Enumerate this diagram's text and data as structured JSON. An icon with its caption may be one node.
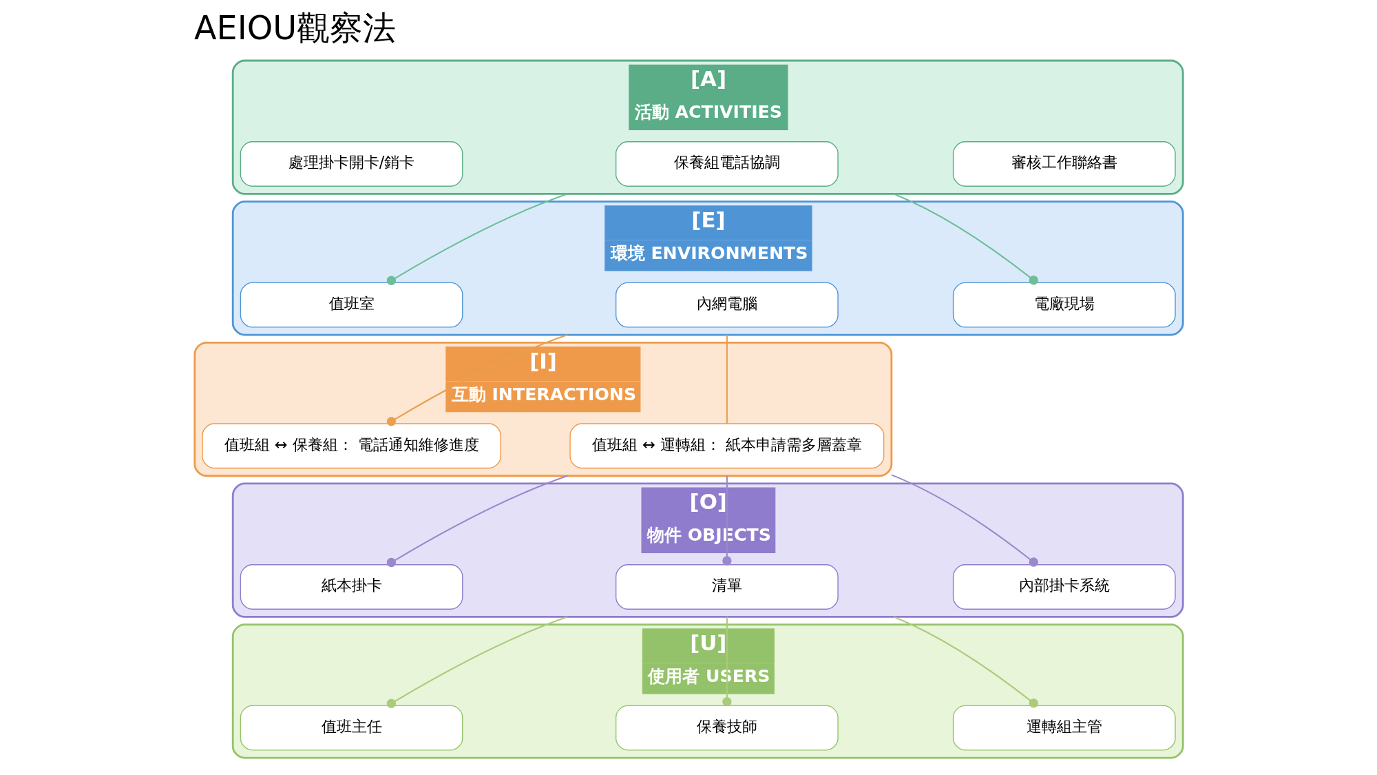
{
  "diagram": {
    "title": "AEIOU觀察法",
    "nodes": [
      {
        "text": [
          "[A]",
          "活動 ACTIVITIES"
        ]
      },
      {
        "text": [
          "處理掛卡開卡/銷卡"
        ],
        "in": 0
      },
      {
        "text": [
          "保養組電話協調"
        ],
        "in": 0
      },
      {
        "text": [
          "審核工作聯絡書"
        ],
        "in": 0
      },
      {
        "text": [
          "[E]",
          "環境 ENVIRONMENTS"
        ]
      },
      {
        "text": [
          "值班室"
        ],
        "in": 4
      },
      {
        "text": [
          "內網電腦"
        ],
        "in": 4
      },
      {
        "text": [
          "電廠現場"
        ],
        "in": 4
      },
      {
        "text": [
          "[I]",
          "互動 INTERACTIONS"
        ]
      },
      {
        "text": [
          "值班組 ↔ 保養組： 電話通知維修進度"
        ],
        "in": 8
      },
      {
        "text": [
          "值班組 ↔ 運轉組： 紙本申請需多層蓋章"
        ],
        "in": 8
      },
      {
        "text": [
          "[O]",
          "物件 OBJECTS"
        ]
      },
      {
        "text": [
          "紙本掛卡"
        ],
        "in": 11
      },
      {
        "text": [
          "清單"
        ],
        "in": 11
      },
      {
        "text": [
          "內部掛卡系統"
        ],
        "in": 11
      },
      {
        "text": [
          "[U]",
          "使用者 USERS"
        ]
      },
      {
        "text": [
          "值班主任"
        ],
        "in": 15
      },
      {
        "text": [
          "保養技師"
        ],
        "in": 15
      },
      {
        "text": [
          "運轉組主管"
        ],
        "in": 15
      }
    ],
    "edges": [
      {
        "from": 0,
        "to": 5,
        "arrow": "other",
        "color": "#6dbf98"
      },
      {
        "from": 0,
        "to": 7,
        "arrow": "other",
        "color": "#6dbf98"
      },
      {
        "from": 4,
        "to": 9,
        "arrow": "other",
        "color": "#e8a050"
      },
      {
        "from": 4,
        "to": 10,
        "arrow": "none",
        "color": "#e8a050"
      },
      {
        "from": 8,
        "to": 12,
        "arrow": "other",
        "color": "#9a88cc"
      },
      {
        "from": 8,
        "to": 13,
        "arrow": "other",
        "color": "#9a88cc"
      },
      {
        "from": 8,
        "to": 14,
        "arrow": "other",
        "color": "#9a88cc"
      },
      {
        "from": 11,
        "to": 16,
        "arrow": "other",
        "color": "#aacb7a"
      },
      {
        "from": 11,
        "to": 17,
        "arrow": "other",
        "color": "#aacb7a"
      },
      {
        "from": 11,
        "to": 18,
        "arrow": "other",
        "color": "#aacb7a"
      }
    ]
  }
}
